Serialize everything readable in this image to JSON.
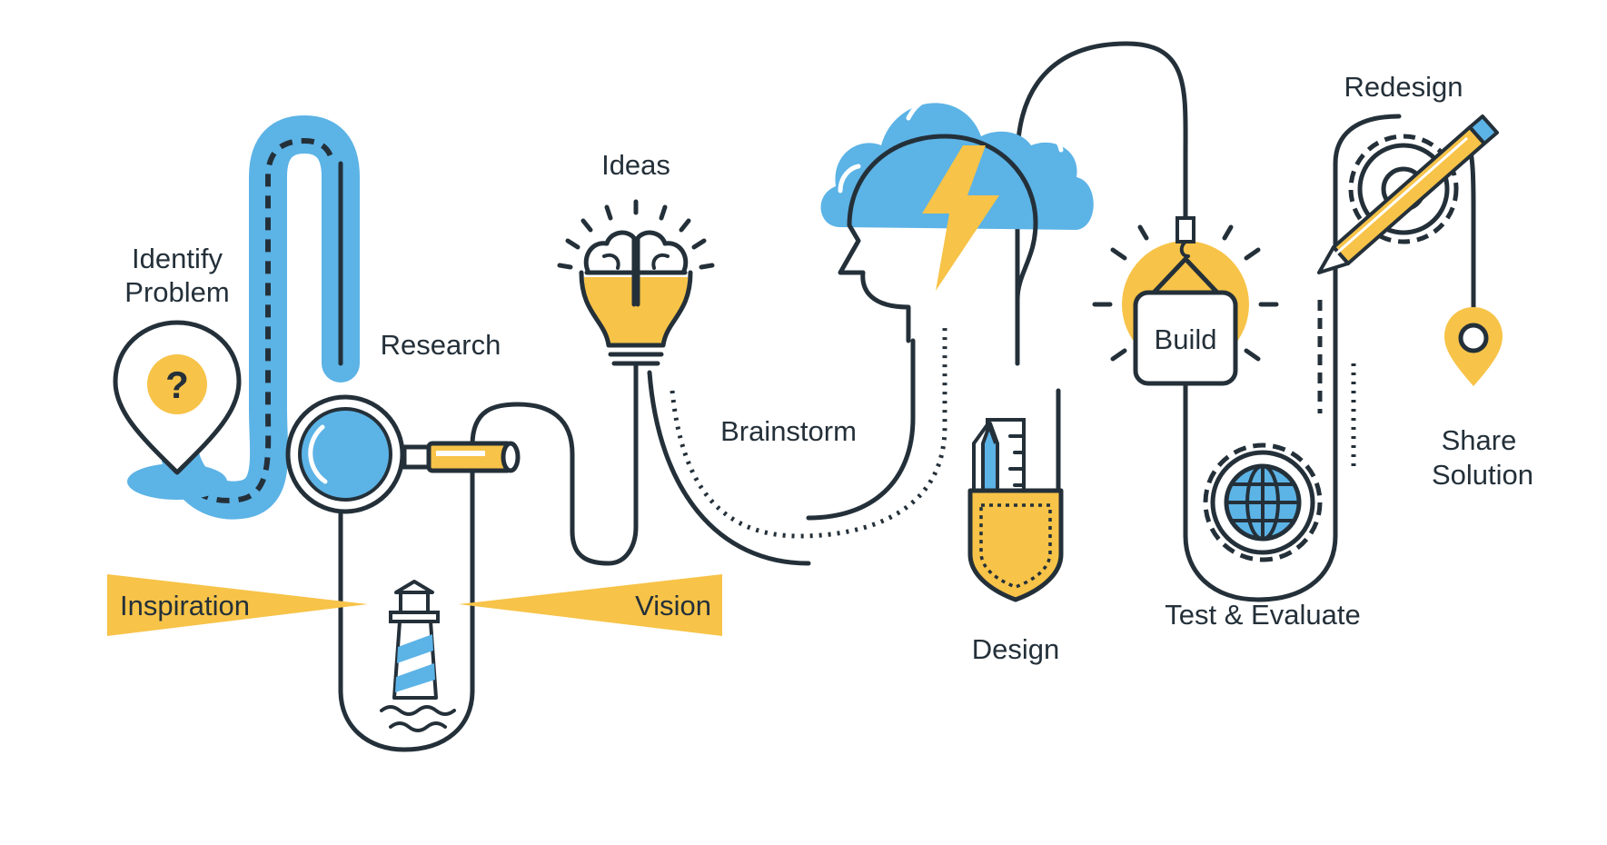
{
  "labels": {
    "identify_line1": "Identify",
    "identify_line2": "Problem",
    "research": "Research",
    "ideas": "Ideas",
    "brainstorm": "Brainstorm",
    "inspiration": "Inspiration",
    "vision": "Vision",
    "design": "Design",
    "build": "Build",
    "test_evaluate": "Test & Evaluate",
    "redesign": "Redesign",
    "share_line1": "Share",
    "share_line2": "Solution",
    "question_mark": "?"
  },
  "colors": {
    "outline": "#243039",
    "blue": "#5cb3e6",
    "yellow": "#f7c348",
    "background": "#ffffff"
  },
  "icons": [
    "map-pin-question-icon",
    "magnifier-icon",
    "lighthouse-icon",
    "lightbulb-brain-icon",
    "head-lightning-cloud-icon",
    "pocket-pencil-ruler-icon",
    "build-sign-icon",
    "gear-globe-icon",
    "gear-pencil-icon",
    "location-pin-icon"
  ]
}
